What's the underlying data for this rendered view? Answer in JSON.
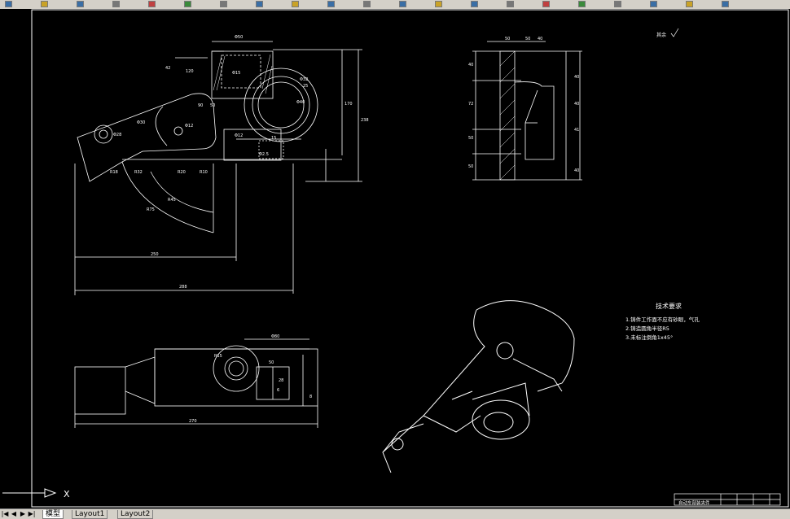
{
  "toolbar": {
    "icons": [
      "new-icon",
      "open-icon",
      "save-icon",
      "print-icon",
      "preview-icon",
      "cut-icon",
      "copy-icon",
      "paste-icon",
      "match-icon",
      "undo-icon",
      "redo-icon",
      "pan-icon",
      "zoom-icon",
      "zoom-window-icon",
      "zoom-previous-icon",
      "properties-icon",
      "design-center-icon",
      "tool-palette-icon",
      "markup-icon",
      "calc-icon",
      "layer-icon"
    ],
    "accent": "#d4d0c8"
  },
  "drawing": {
    "dimensions": {
      "top_view": [
        "Φ50",
        "42",
        "120",
        "Φ15",
        "Φ32",
        "25",
        "Φ40",
        "50",
        "90",
        "Φ12",
        "15",
        "170",
        "238",
        "Φ28",
        "Φ30",
        "Φ12",
        "Φ2.5",
        "R18",
        "R32",
        "R20",
        "R10",
        "R45",
        "R75",
        "250",
        "288"
      ],
      "side_view": [
        "50",
        "50",
        "40",
        "40",
        "40",
        "72",
        "50",
        "41",
        "40",
        "50",
        "40"
      ],
      "front_view": [
        "Φ80",
        "R15",
        "50",
        "28",
        "6",
        "8",
        "270"
      ]
    },
    "tech_title": "技术要求",
    "tech_notes": [
      "1.铸件工作面不应有砂眼，气孔",
      "2.铸造圆角半径R5",
      "3.未标注倒角1x45°"
    ],
    "roughness_label": "其余",
    "title_block": [
      "自动车部装夹件"
    ],
    "ucs_axis_label": "X",
    "line_color": "#ffffff"
  },
  "tabs": {
    "nav": [
      "|◀",
      "◀",
      "▶",
      "▶|"
    ],
    "items": [
      {
        "label": "模型"
      },
      {
        "label": "Layout1"
      },
      {
        "label": "Layout2"
      }
    ]
  }
}
